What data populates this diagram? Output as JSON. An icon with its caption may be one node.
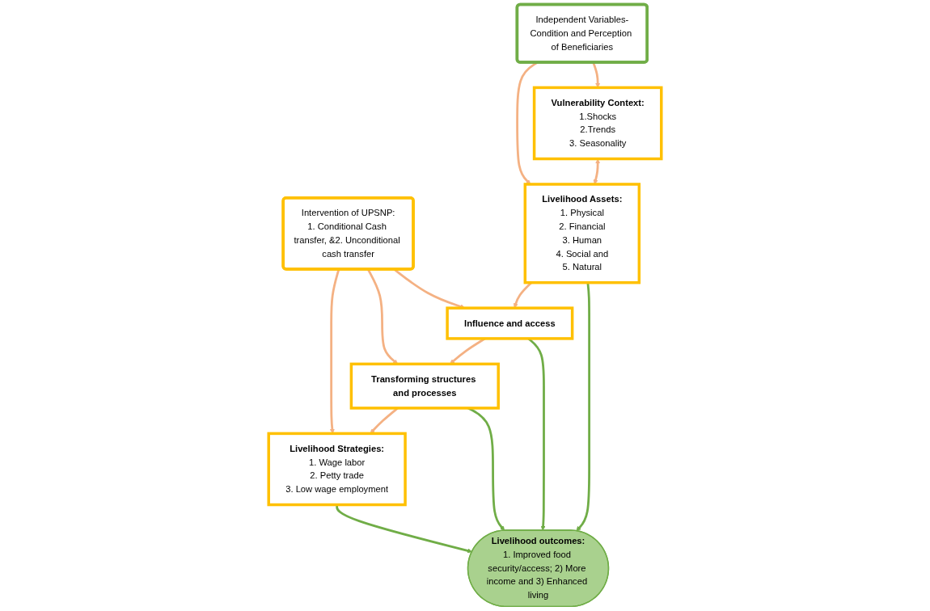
{
  "diagram": {
    "nodes": [
      {
        "text": [
          "Intervention of UPSNP:",
          "1. Conditional Cash transfer, &2. Unconditional cash transfer"
        ]
      },
      {
        "text": [
          "Independent Variables-Condition and Perception of Beneficiaries"
        ]
      },
      {
        "text": [
          "Livelihood Strategies:",
          "1. Wage labor",
          "2. Petty trade",
          "3. Low wage employment"
        ]
      },
      {
        "text": [
          "Transforming structures and processes"
        ]
      },
      {
        "text": [
          "Influence and access"
        ]
      },
      {
        "text": [
          "Livelihood Assets:",
          "1. Physical",
          "2. Financial",
          "3. Human",
          "4. Social and",
          "5. Natural"
        ]
      },
      {
        "text": [
          "Vulnerability Context:",
          "1.Shocks",
          "2.Trends",
          "3. Seasonality"
        ]
      },
      {
        "text": [
          "Livelihood outcomes:",
          "1. Improved food security/access; 2) More income and 3) Enhanced living"
        ]
      }
    ],
    "edges": [
      {
        "from": 0,
        "to": 2,
        "arrow": "to"
      },
      {
        "from": 0,
        "to": 3,
        "arrow": "to"
      },
      {
        "from": 0,
        "to": 4,
        "arrow": "to"
      },
      {
        "from": 1,
        "to": 5,
        "arrow": "to"
      },
      {
        "from": 1,
        "to": 6,
        "arrow": "to"
      },
      {
        "from": 3,
        "to": 2,
        "arrow": "to"
      },
      {
        "from": 4,
        "to": 3,
        "arrow": "to"
      },
      {
        "from": 5,
        "to": 4,
        "arrow": "to"
      },
      {
        "from": 6,
        "to": 5,
        "arrow": "both"
      },
      {
        "from": 3,
        "to": 7,
        "arrow": "to",
        "color": "#70ad47"
      },
      {
        "from": 4,
        "to": 7,
        "arrow": "to",
        "color": "#70ad47"
      },
      {
        "from": 5,
        "to": 7,
        "arrow": "to",
        "color": "#70ad47"
      },
      {
        "from": 2,
        "to": 7,
        "arrow": "to",
        "color": "#70ad47"
      }
    ]
  }
}
